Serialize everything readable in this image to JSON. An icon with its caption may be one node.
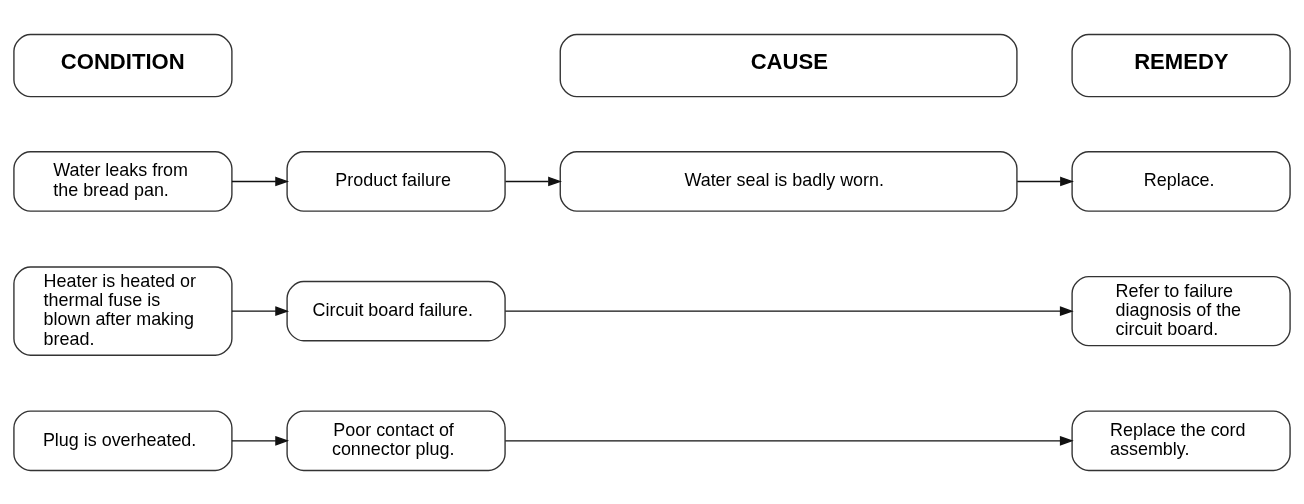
{
  "diagram": {
    "nodes": [
      {
        "text": [
          "CONDITION"
        ]
      },
      {
        "text": [
          "CAUSE"
        ]
      },
      {
        "text": [
          "REMEDY"
        ]
      },
      {
        "text": [
          "Water leaks from the bread pan."
        ]
      },
      {
        "text": [
          "Product failure"
        ]
      },
      {
        "text": [
          "Water seal is badly worn."
        ]
      },
      {
        "text": [
          "Replace."
        ]
      },
      {
        "text": [
          "Heater is heated or thermal fuse is blown after making bread."
        ]
      },
      {
        "text": [
          "Circuit board failure."
        ]
      },
      {
        "text": [
          "Refer to failure diagnosis of the circuit board."
        ]
      },
      {
        "text": [
          "Plug is overheated."
        ]
      },
      {
        "text": [
          "Poor contact of connector plug."
        ]
      },
      {
        "text": [
          "Replace the cord assembly."
        ]
      }
    ],
    "edges": [
      {
        "from": 3,
        "to": 4,
        "arrow": "to"
      },
      {
        "from": 4,
        "to": 5,
        "arrow": "to"
      },
      {
        "from": 5,
        "to": 6,
        "arrow": "to"
      },
      {
        "from": 7,
        "to": 8,
        "arrow": "to"
      },
      {
        "from": 8,
        "to": 9,
        "arrow": "to"
      },
      {
        "from": 10,
        "to": 11,
        "arrow": "to"
      },
      {
        "from": 11,
        "to": 12,
        "arrow": "to"
      }
    ]
  }
}
